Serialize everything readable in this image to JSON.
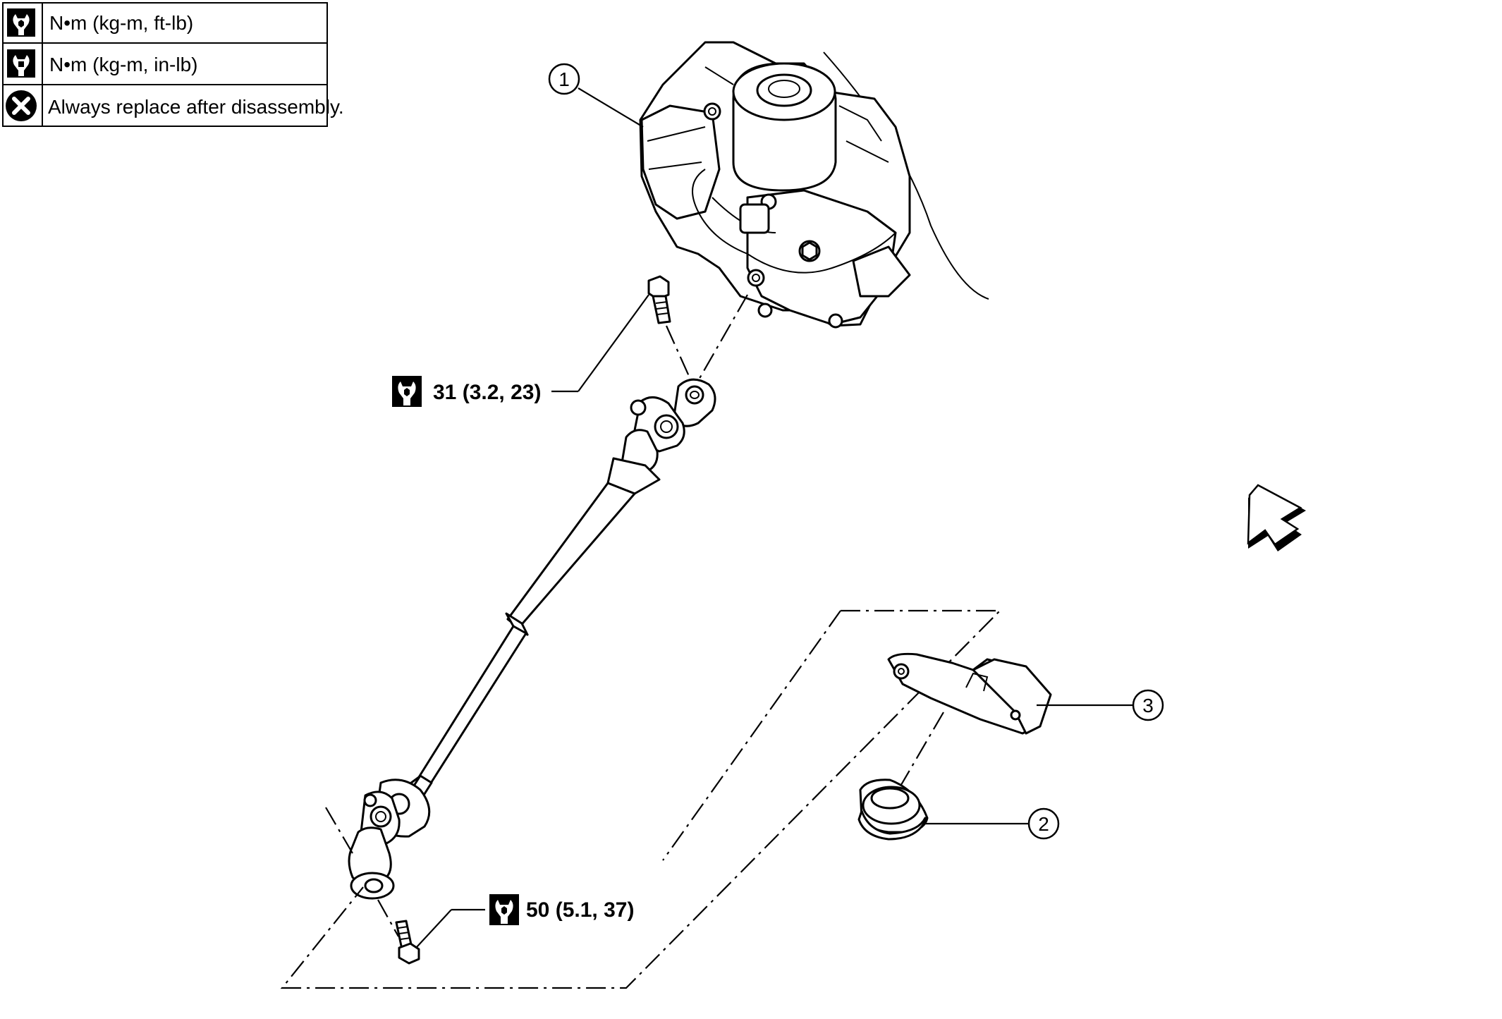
{
  "legend": {
    "rows": [
      {
        "icon": "torque-wrench-icon",
        "text": "N•m (kg-m, ft-lb)"
      },
      {
        "icon": "torque-wrench-small-icon",
        "text": "N•m (kg-m, in-lb)"
      },
      {
        "icon": "replace-x-icon",
        "text": "Always replace after disassembly."
      }
    ]
  },
  "torque_specs": {
    "upper": "31 (3.2, 23)",
    "lower": "50 (5.1, 37)"
  },
  "callouts": {
    "c1": "1",
    "c2": "2",
    "c3": "3"
  },
  "colors": {
    "line": "#000000",
    "background": "#ffffff",
    "icon_fill": "#000000"
  }
}
